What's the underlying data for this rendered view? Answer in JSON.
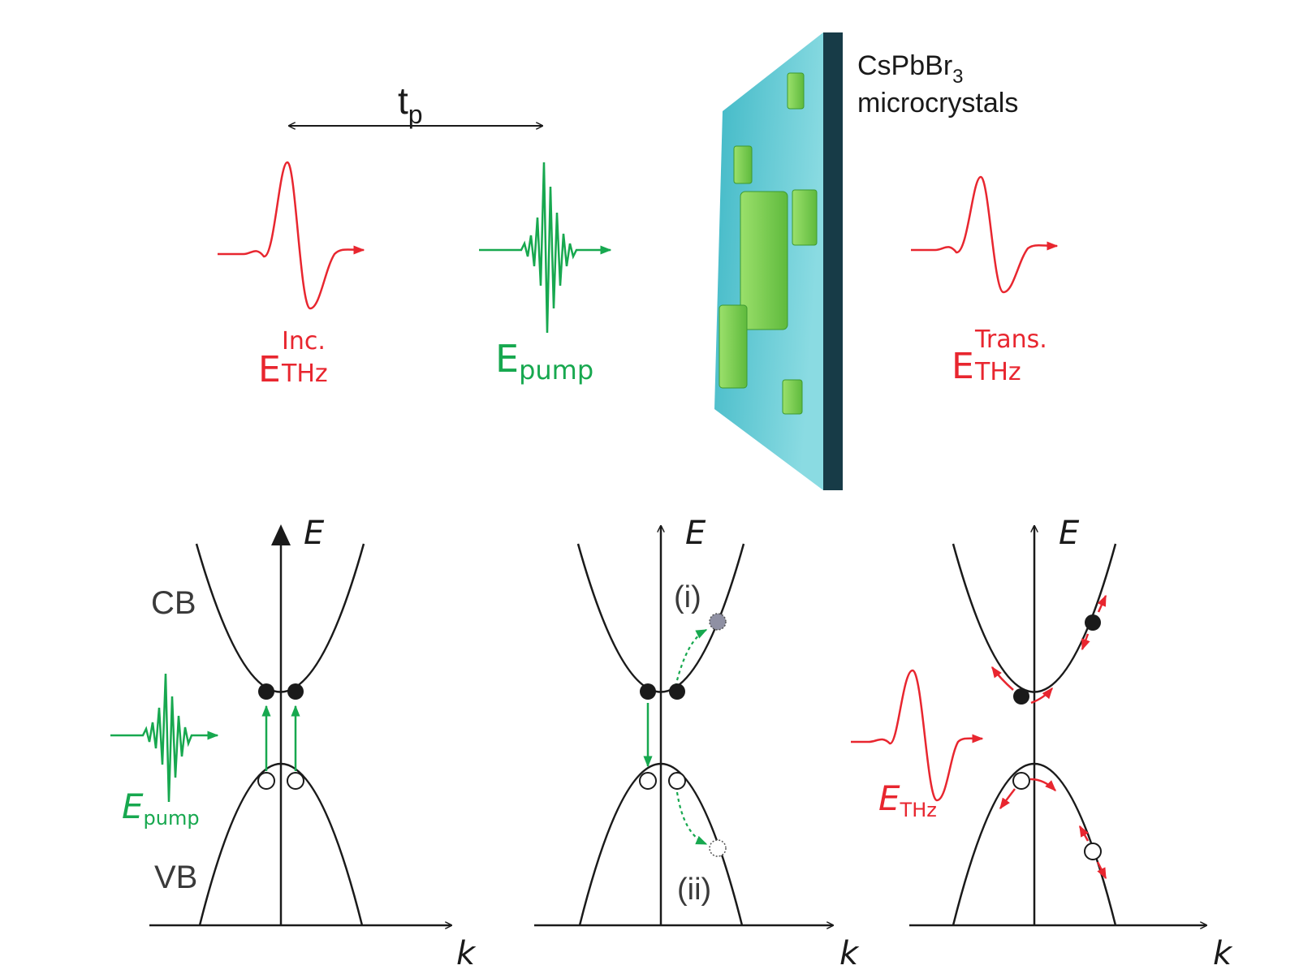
{
  "colors": {
    "thz": "#e8262f",
    "pump": "#17a84f",
    "axis": "#1a1a1a",
    "text": "#1a1a1a",
    "slab_face": "#6ccfd8",
    "slab_edge": "#173b47",
    "crystal": "#74c94a",
    "crystal_dark": "#3d9a2f",
    "electron": "#1a1a1a",
    "scattered_electron": "#8f90a3"
  },
  "top": {
    "delay_label": {
      "main": "t",
      "sub": "p"
    },
    "incident_pulse": {
      "main": "E",
      "sup": "Inc.",
      "sub": "THz"
    },
    "pump_pulse": {
      "main": "E",
      "sub": "pump"
    },
    "transmitted_pulse": {
      "main": "E",
      "sup": "Trans.",
      "sub": "THz"
    },
    "sample_label": {
      "line1_main": "CsPbBr",
      "line1_sub": "3",
      "line2": "microcrystals"
    }
  },
  "panels": {
    "left": {
      "energy_axis": "E",
      "momentum_axis": "k",
      "cb_label": "CB",
      "vb_label": "VB",
      "pulse_label": {
        "main": "E",
        "sub": "pump"
      }
    },
    "middle": {
      "energy_axis": "E",
      "momentum_axis": "k",
      "process_i": "(i)",
      "process_ii": "(ii)"
    },
    "right": {
      "energy_axis": "E",
      "momentum_axis": "k",
      "pulse_label": {
        "main": "E",
        "sub": "THz"
      }
    }
  }
}
